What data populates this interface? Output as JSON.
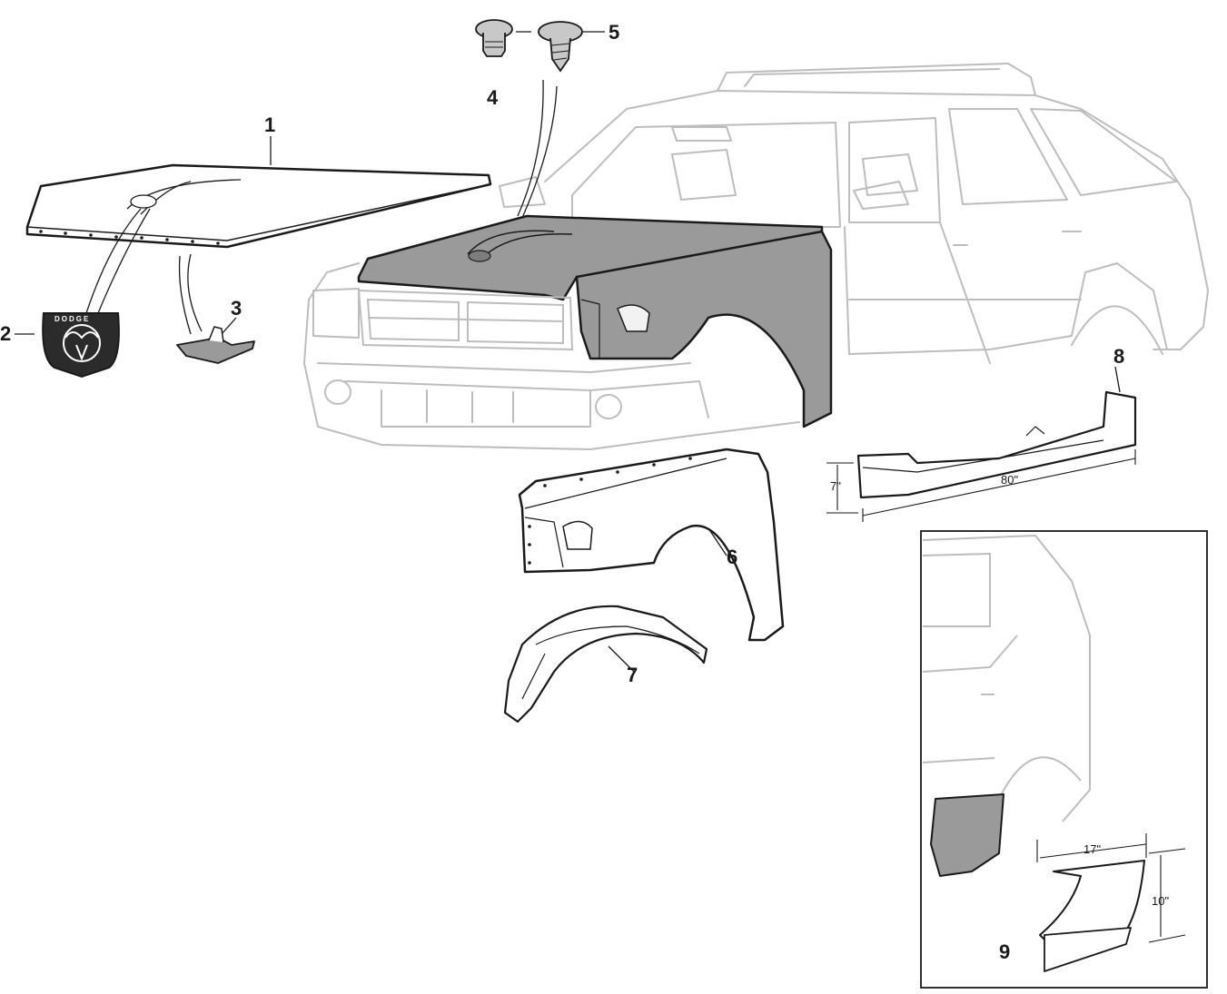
{
  "callouts": {
    "hood": "1",
    "emblem": "2",
    "hood_clip": "3",
    "push_pin": "4",
    "screw_clip": "5",
    "fender": "6",
    "fender_liner": "7",
    "rocker_panel": "8",
    "quarter_panel_patch": "9"
  },
  "emblem_text": "DODGE",
  "dimensions": {
    "rocker_height": "7\"",
    "rocker_length": "80\"",
    "patch_width": "17\"",
    "patch_height": "10\""
  },
  "colors": {
    "line": "#1a1a1a",
    "ghost_vehicle": "#bdbdbd",
    "highlight_fill": "#9a9a9a",
    "part_fill": "#ffffff",
    "emblem_fill": "#2b2b2b"
  }
}
